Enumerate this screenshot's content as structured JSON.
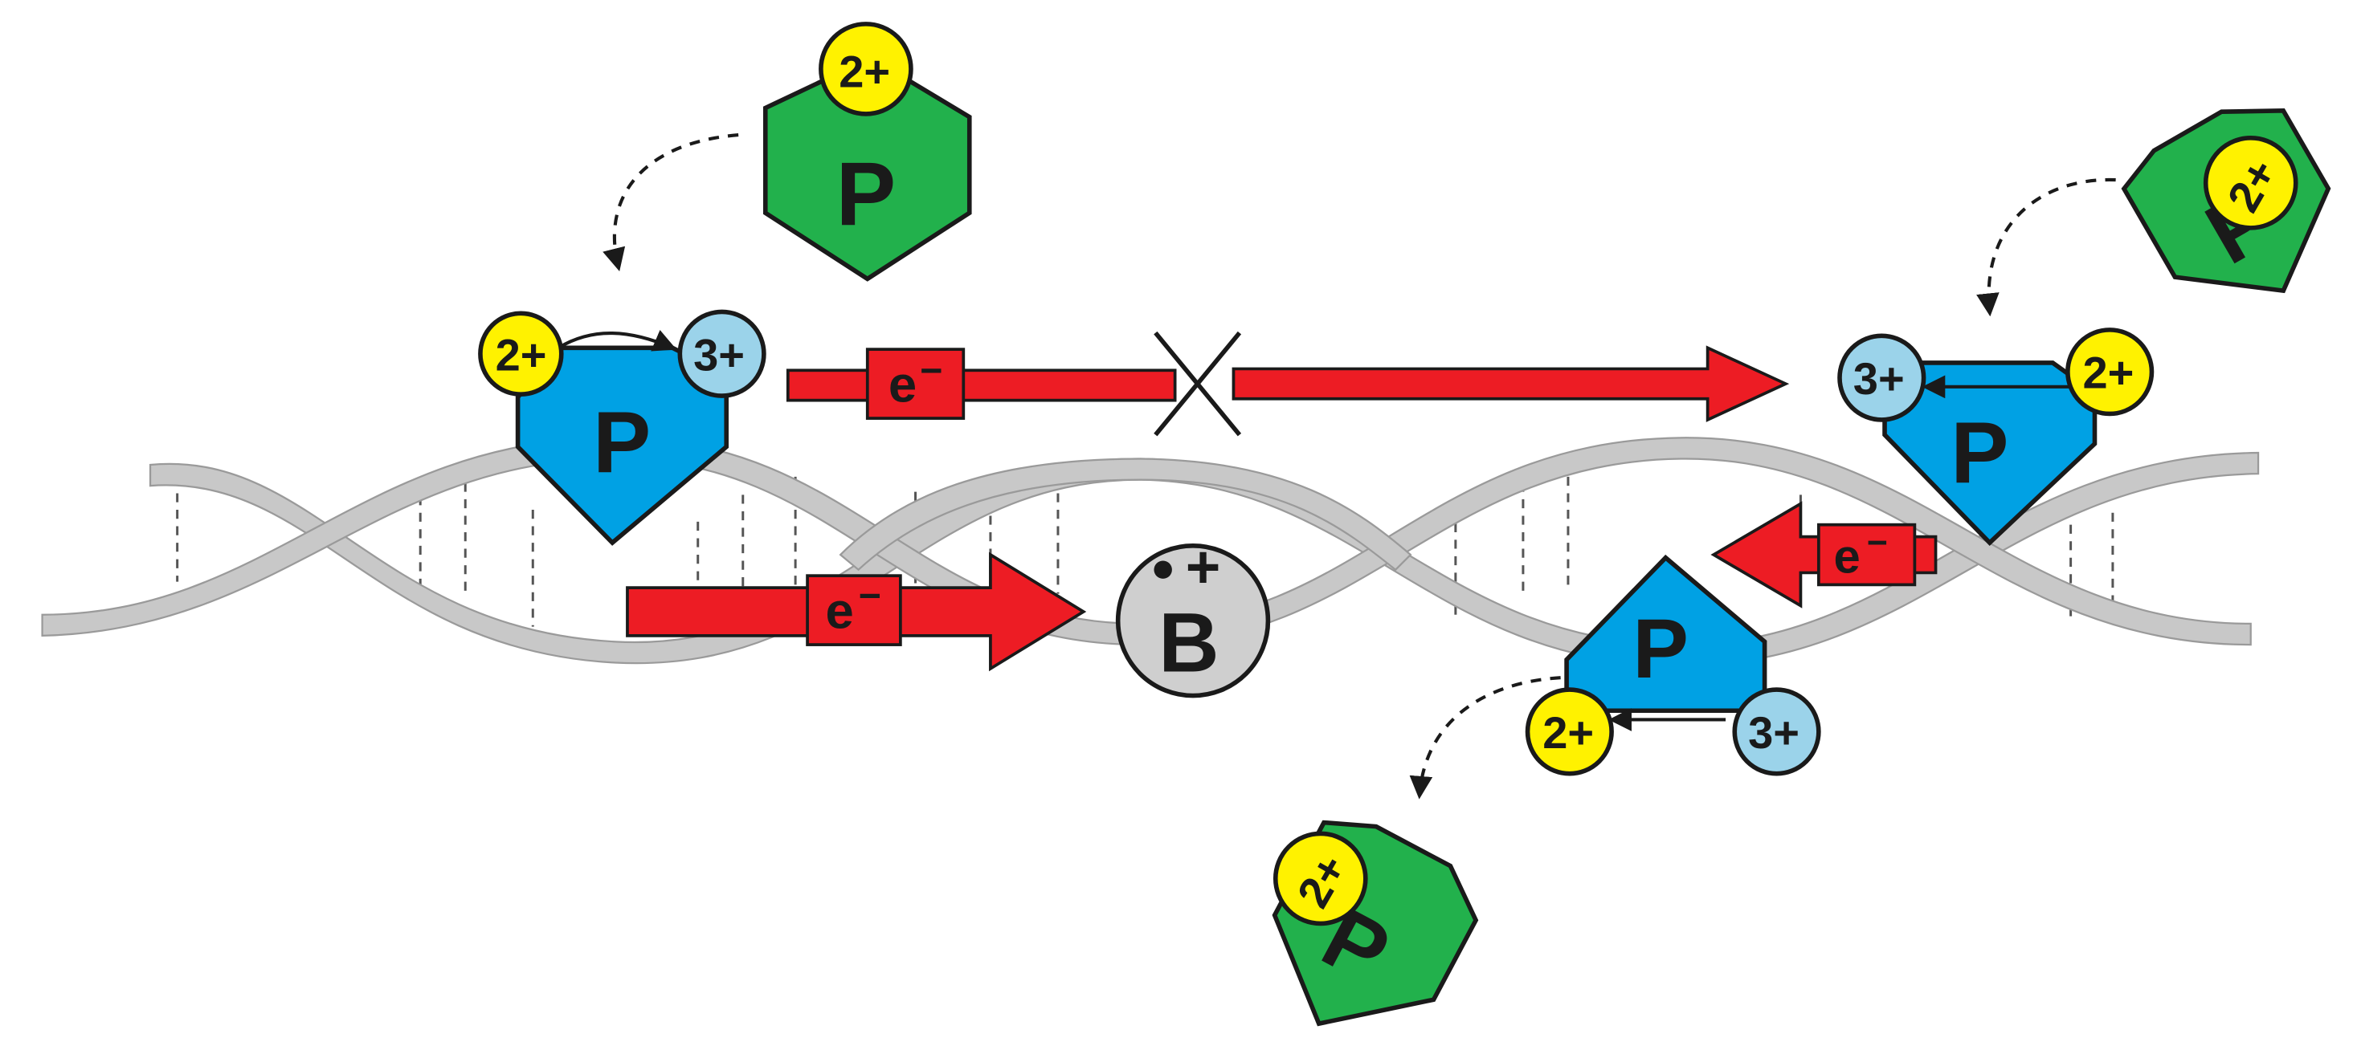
{
  "labels": {
    "protein": "P",
    "charge_2": "2+",
    "charge_3": "3+",
    "electron": "e",
    "electron_sup": "−",
    "base_radical": "B",
    "base_plus": "+"
  },
  "colors": {
    "protein_blue": "#00A1E4",
    "protein_green": "#22B14C",
    "charge2_yellow": "#FFF200",
    "charge3_lightblue": "#9BD3EA",
    "arrow_red": "#ED1C24",
    "dna_gray": "#C8C8C8",
    "base_gray": "#CFCFCF",
    "outline": "#1A1A1A"
  },
  "icons": [
    "dna-helix-icon",
    "electron-arrow-icon",
    "blocked-transfer-cross-icon",
    "base-radical-cation-icon",
    "protein-icon"
  ]
}
